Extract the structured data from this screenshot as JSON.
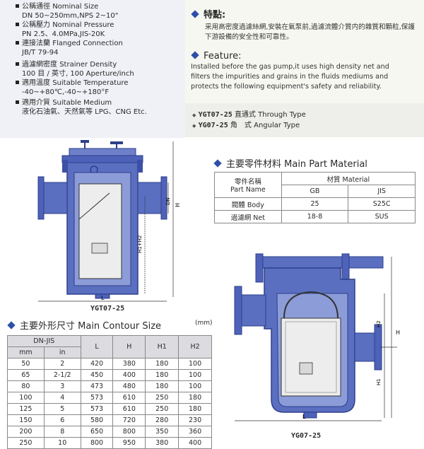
{
  "specs": [
    {
      "zh": "公稱通徑",
      "en": "Nominal Size",
      "value": "DN 50~250mm,NPS 2~10\""
    },
    {
      "zh": "公稱壓力",
      "en": "Nominal Pressure",
      "value": "PN 2.5、4.0MPa,JIS-20K"
    },
    {
      "zh": "連接法蘭",
      "en": "Flanged Connection",
      "value": "JB/T 79-94"
    },
    {
      "zh": "過濾網密度",
      "en": "Strainer Density",
      "value": "100 目 / 英寸, 100 Aperture/inch"
    },
    {
      "zh": "適用溫度",
      "en": "Suitable Temperature",
      "value": "-40~+80℃,-40~+180°F"
    },
    {
      "zh": "適用介質",
      "en": "Suitable Medium",
      "value": "液化石油氣、天然氣等 LPG、CNG Etc."
    }
  ],
  "features": {
    "title_zh": "特點:",
    "text_zh": "采用高密度過濾絲網,安裝在氣泵前,過濾流體介質内的雜質和顆粒,保護下游設備的安全性和可靠性。",
    "title_en": "Feature:",
    "text_en": "Installed before the gas pump,it uses high density net and filters the impurities and grains in the fluids mediums and protects the following equipment's safety and reliability."
  },
  "types": [
    {
      "code": "YGT07-25",
      "zh": "直通式",
      "en": "Through Type"
    },
    {
      "code": "YG07-25",
      "zh": "角　式",
      "en": "Angular Type"
    }
  ],
  "material": {
    "title": "主要零件材料 Main Part Material",
    "head_part_zh": "零件名稱",
    "head_part_en": "Part Name",
    "head_mat": "材質 Material",
    "head_gb": "GB",
    "head_jis": "JIS",
    "rows": [
      {
        "part": "閥體 Body",
        "gb": "25",
        "jis": "S25C"
      },
      {
        "part": "過濾網 Net",
        "gb": "18-8",
        "jis": "SUS"
      }
    ]
  },
  "dimensions": {
    "title": "主要外形尺寸 Main Contour Size",
    "unit": "(mm)",
    "head_dn": "DN-JIS",
    "head_mm": "mm",
    "head_in": "in",
    "cols": [
      "L",
      "H",
      "H1",
      "H2"
    ],
    "rows": [
      [
        "50",
        "2",
        "420",
        "380",
        "180",
        "100"
      ],
      [
        "65",
        "2-1/2",
        "450",
        "400",
        "180",
        "100"
      ],
      [
        "80",
        "3",
        "473",
        "480",
        "180",
        "100"
      ],
      [
        "100",
        "4",
        "573",
        "610",
        "250",
        "180"
      ],
      [
        "125",
        "5",
        "573",
        "610",
        "250",
        "180"
      ],
      [
        "150",
        "6",
        "580",
        "720",
        "280",
        "230"
      ],
      [
        "200",
        "8",
        "650",
        "800",
        "350",
        "360"
      ],
      [
        "250",
        "10",
        "800",
        "950",
        "380",
        "400"
      ]
    ]
  },
  "drawings": {
    "left_caption": "YGT07-25",
    "right_caption": "YG07-25",
    "left_labels": {
      "dn": "DN",
      "h": "H",
      "h1h2": "H1+H2",
      "l": "L"
    },
    "right_labels": {
      "h": "H",
      "h1": "H1",
      "h2": "H2",
      "l": "L"
    }
  },
  "colors": {
    "body": "#5a6fc0",
    "body_dark": "#2e3f8a",
    "flange": "#4d62b8",
    "net": "#e8e8e8",
    "accent": "#1f3ea0"
  }
}
